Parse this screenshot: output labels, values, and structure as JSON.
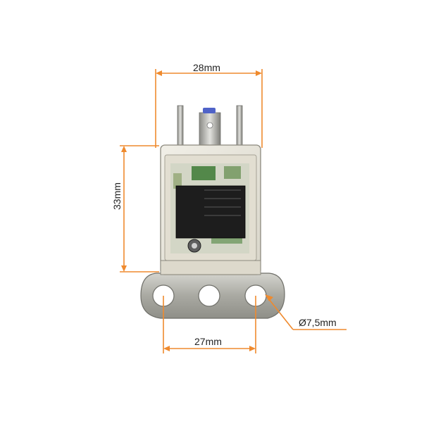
{
  "dimensions": {
    "width_top": "28mm",
    "height_left": "33mm",
    "hole_spacing": "27mm",
    "hole_diameter": "Ø7,5mm"
  },
  "colors": {
    "dimension_line": "#ef8a2e",
    "metal_bracket": "#b9b9b3",
    "housing": "#e9e6db",
    "chip": "#1d1d1d",
    "pcb": "#3c7a34"
  }
}
